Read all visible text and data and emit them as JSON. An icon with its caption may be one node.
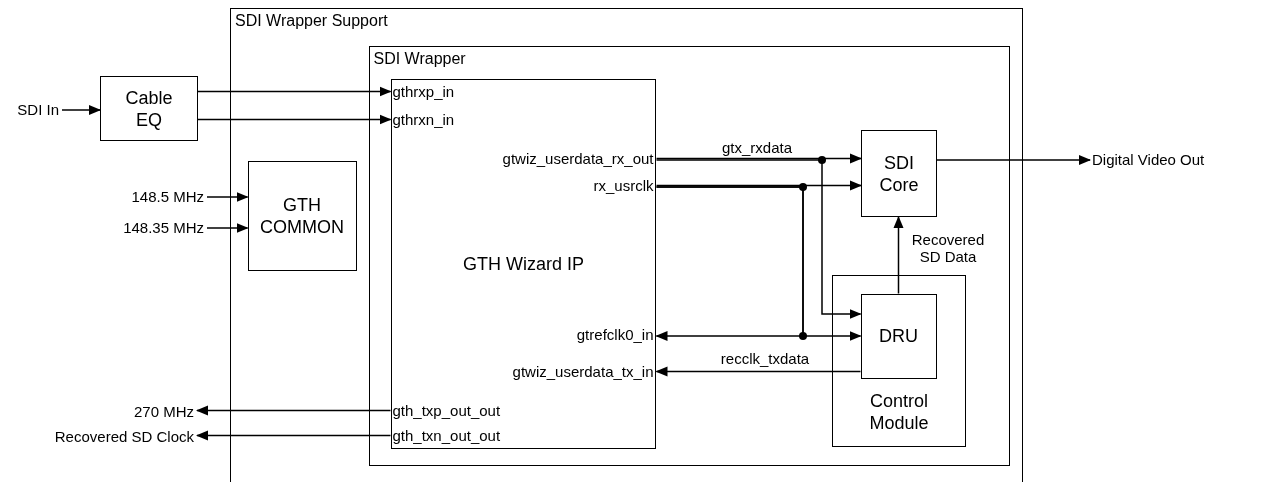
{
  "diagram": {
    "nodes": [
      {
        "text": [
          "SDI Wrapper Support"
        ]
      },
      {
        "text": [
          "SDI In"
        ]
      },
      {
        "text": [
          "Cable EQ"
        ]
      },
      {
        "text": [
          "148.5 MHz"
        ]
      },
      {
        "text": [
          "148.35 MHz"
        ]
      },
      {
        "text": [
          "GTH COMMON"
        ],
        "in": 0
      },
      {
        "text": [
          "SDI Wrapper"
        ],
        "in": 0
      },
      {
        "text": [
          "GTH Wizard IP"
        ],
        "in": 6
      },
      {
        "text": [
          "gthrxp_in"
        ],
        "in": 7
      },
      {
        "text": [
          "gthrxn_in"
        ],
        "in": 7
      },
      {
        "text": [
          "gtwiz_userdata_rx_out"
        ],
        "in": 7
      },
      {
        "text": [
          "rx_usrclk"
        ],
        "in": 7
      },
      {
        "text": [
          "gtrefclk0_in"
        ],
        "in": 7
      },
      {
        "text": [
          "gtwiz_userdata_tx_in"
        ],
        "in": 7
      },
      {
        "text": [
          "gth_txp_out_out"
        ],
        "in": 7
      },
      {
        "text": [
          "gth_txn_out_out"
        ],
        "in": 7
      },
      {
        "text": [
          "SDI Core"
        ],
        "in": 6
      },
      {
        "text": [
          "Control Module"
        ],
        "in": 6
      },
      {
        "text": [
          "DRU"
        ],
        "in": 17
      },
      {
        "text": [
          "270 MHz"
        ]
      },
      {
        "text": [
          "Recovered SD Clock"
        ]
      },
      {
        "text": [
          "Digital Video Out"
        ]
      }
    ],
    "edges": [
      {
        "from": 1,
        "to": 2,
        "arrow": "to"
      },
      {
        "from": 2,
        "to": 8,
        "arrow": "to"
      },
      {
        "from": 2,
        "to": 9,
        "arrow": "to"
      },
      {
        "from": 3,
        "to": 5,
        "arrow": "to"
      },
      {
        "from": 4,
        "to": 5,
        "arrow": "to"
      },
      {
        "from": 10,
        "to": 16,
        "arrow": "to",
        "label": "gtx_rxdata"
      },
      {
        "from": 10,
        "to": 18,
        "arrow": "to"
      },
      {
        "from": 11,
        "to": 16,
        "arrow": "to"
      },
      {
        "from": 11,
        "to": 12,
        "arrow": "to"
      },
      {
        "from": 11,
        "to": 18,
        "arrow": "to"
      },
      {
        "from": 18,
        "to": 13,
        "arrow": "to",
        "label": "recclk_txdata"
      },
      {
        "from": 18,
        "to": 16,
        "arrow": "to",
        "label": "Recovered SD Data"
      },
      {
        "from": 16,
        "to": 21,
        "arrow": "to"
      },
      {
        "from": 14,
        "to": 19,
        "arrow": "to"
      },
      {
        "from": 15,
        "to": 20,
        "arrow": "to"
      }
    ]
  }
}
